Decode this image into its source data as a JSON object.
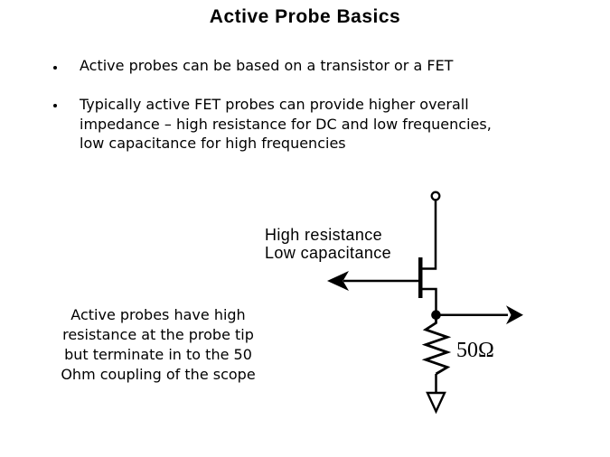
{
  "colors": {
    "background": "#ffffff",
    "text": "#000000",
    "diagram_ink": "#000000"
  },
  "slide": {
    "title": "Active Probe Basics",
    "bullets": [
      {
        "marker": "dot",
        "lines": [
          "Active probes can be based on a transistor or a FET"
        ]
      },
      {
        "marker": "dot",
        "lines": [
          "Typically active FET probes can provide higher overall",
          "impedance – high resistance for DC and low frequencies,",
          "low capacitance for high frequencies"
        ]
      }
    ],
    "caption": {
      "lines": [
        "Active probes have high",
        "resistance at the probe tip",
        "but terminate in to the 50",
        "Ohm coupling of the scope"
      ]
    },
    "diagram": {
      "labels": {
        "gate_line1": "High resistance",
        "gate_line2": "Low capacitance",
        "resistor_value": "50Ω"
      },
      "icons": {
        "terminal": "probe-terminal-icon",
        "transistor": "fet-symbol-icon",
        "gate": "gate-arrow-icon",
        "output": "output-arrow-icon",
        "resistor": "resistor-zigzag-icon",
        "ground": "ground-arrow-icon",
        "junction": "junction-dot-icon"
      }
    }
  }
}
